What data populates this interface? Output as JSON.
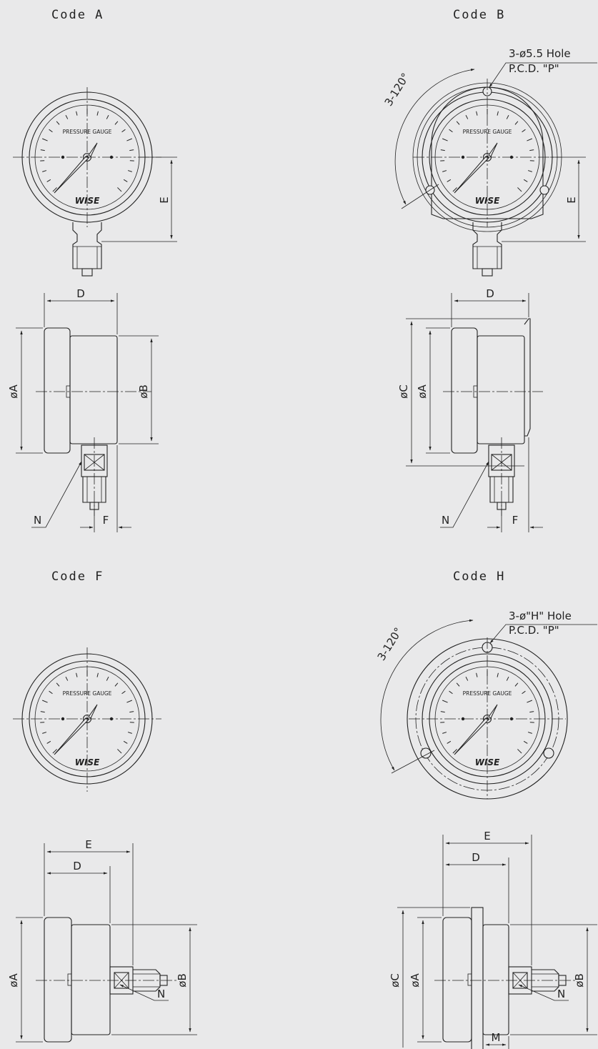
{
  "titles": {
    "a": "Code  A",
    "b": "Code  B",
    "f": "Code  F",
    "h": "Code  H"
  },
  "gauge": {
    "dial_text": "PRESSURE  GAUGE",
    "brand": "WISE"
  },
  "dimensions": {
    "E": "E",
    "D": "D",
    "F": "F",
    "N": "N",
    "M": "M",
    "phiA": "øA",
    "phiB": "øB",
    "phiC": "øC",
    "angle": "3-120°"
  },
  "code_b_notes": {
    "hole": "3-ø5.5  Hole",
    "pcd": "P.C.D.  \"P\""
  },
  "code_h_notes": {
    "hole": "3-ø\"H\"  Hole",
    "pcd": "P.C.D.  \"P\""
  }
}
